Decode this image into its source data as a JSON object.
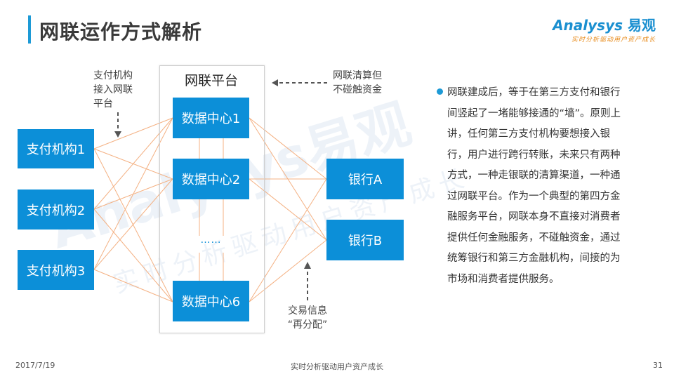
{
  "header": {
    "title": "网联运作方式解析"
  },
  "logo": {
    "brand_en": "Analysys",
    "brand_cn": "易观",
    "tagline": "实时分析驱动用户资产成长"
  },
  "watermark": {
    "main": "Analysys易观",
    "sub": "实时分析驱动用户资产成长"
  },
  "diagram": {
    "platform_title": "网联平台",
    "payment_orgs": [
      "支付机构1",
      "支付机构2",
      "支付机构3"
    ],
    "data_centers": [
      "数据中心1",
      "数据中心2",
      "数据中心6"
    ],
    "ellipsis": "……",
    "banks": [
      "银行A",
      "银行B"
    ],
    "note_top_left": [
      "支付机构",
      "接入网联",
      "平台"
    ],
    "note_top_right": [
      "网联清算但",
      "不碰触资金"
    ],
    "note_bottom": [
      "交易信息",
      "“再分配”"
    ],
    "colors": {
      "box": "#0c8fd8",
      "line": "#f4b183",
      "accent": "#1d9ad6"
    }
  },
  "body_text": "网联建成后，等于在第三方支付和银行间竖起了一堵能够接通的“墙”。原则上讲，任何第三方支付机构要想接入银行，用户进行跨行转账，未来只有两种方式，一种走银联的清算渠道，一种通过网联平台。作为一个典型的第四方金融服务平台，网联本身不直接对消费者提供任何金融服务，不碰触资金，通过统筹银行和第三方金融机构，间接的为市场和消费者提供服务。",
  "footer": {
    "date": "2017/7/19",
    "tagline": "实时分析驱动用户资产成长",
    "page": "31"
  }
}
